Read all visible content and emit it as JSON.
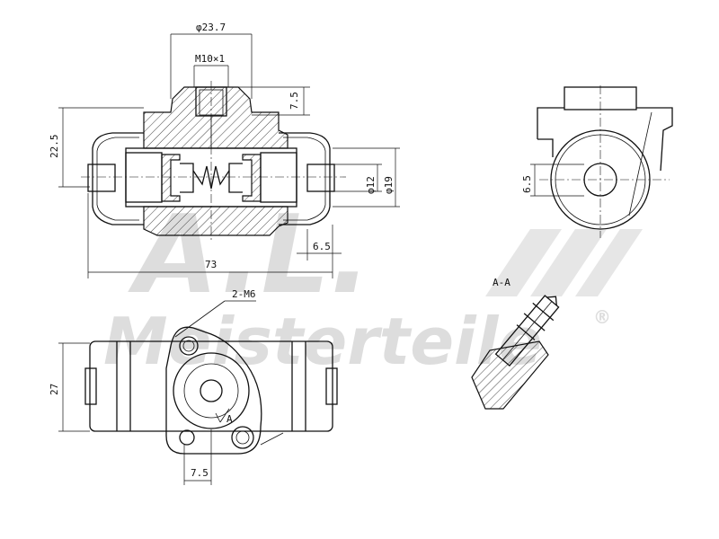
{
  "watermark": {
    "brand_top": "A.L.",
    "brand_bottom": "Meisterteile",
    "registered": "®"
  },
  "dimensions": {
    "bore_outer": "φ23.7",
    "thread_port": "M10×1",
    "port_height": "7.5",
    "body_height": "22.5",
    "inner_dia_small": "φ12",
    "inner_dia_large": "φ19",
    "step_length": "6.5",
    "overall_length": "73",
    "side_offset": "6.5",
    "section_label": "A-A",
    "mount_threads": "2-M6",
    "bottom_height": "27",
    "hole_offset": "7.5",
    "section_marker": "A"
  }
}
